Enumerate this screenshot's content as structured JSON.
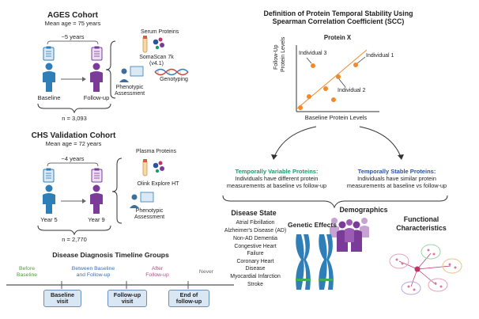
{
  "ages": {
    "title": "AGES Cohort",
    "mean_age": "Mean age = 75 years",
    "interval": "~5 years",
    "baseline": "Baseline",
    "followup": "Follow-up",
    "serum": "Serum Proteins",
    "somascan": "SomaScan 7k",
    "somascan_version": "(v4.1)",
    "genotyping": "Genotyping",
    "phenotypic": "Phenotypic",
    "assessment": "Assessment",
    "n": "n = 3,093"
  },
  "chs": {
    "title": "CHS Validation Cohort",
    "mean_age": "Mean age = 72 years",
    "interval": "~4 years",
    "year5": "Year 5",
    "year9": "Year 9",
    "plasma": "Plasma Proteins",
    "olink": "Olink Explore HT",
    "phenotypic": "Phenotypic",
    "assessment": "Assessment",
    "n": "n = 2,770"
  },
  "timeline": {
    "title": "Disease Diagnosis Timeline Groups",
    "before": "Before",
    "before2": "Baseline",
    "between": "Between Baseline",
    "between2": "and Follow-up",
    "after": "After",
    "after2": "Follow-up",
    "never": "Never",
    "box1a": "Baseline",
    "box1b": "visit",
    "box2a": "Follow-up",
    "box2b": "visit",
    "box3a": "End of",
    "box3b": "follow-up"
  },
  "scc": {
    "title1": "Definition of Protein Temporal Stability Using",
    "title2": "Spearman Correlation Coefficient (SCC)",
    "protein": "Protein X",
    "ylabel1": "Follow-Up",
    "ylabel2": "Protein Levels",
    "xlabel": "Baseline Protein Levels",
    "ind3": "Individual 3",
    "ind1": "Individual 1",
    "ind2": "Individual 2"
  },
  "variable": {
    "title": "Temporally Variable Proteins:",
    "line1": "Individuals have different protein",
    "line2": "measurements at baseline vs follow-up"
  },
  "stable": {
    "title": "Temporally Stable Proteins:",
    "line1": "Individuals have similar protein",
    "line2": "measurements at baseline vs follow-up"
  },
  "disease": {
    "title": "Disease State",
    "items": [
      "Atrial Fibrillation",
      "Alzheimer's Disease (AD)",
      "Non-AD Dementia",
      "Congestive Heart",
      "Failure",
      "Coronary Heart",
      "Disease",
      "Myocardial Infarction",
      "Stroke"
    ]
  },
  "demographics": "Demographics",
  "genetic": "Genetic Effects",
  "functional1": "Functional",
  "functional2": "Characteristics",
  "colors": {
    "person_blue": "#2e7fb8",
    "person_purple": "#7b3c99",
    "orange": "#ef8b2c",
    "variable_green": "#1c9a6a",
    "stable_blue": "#2b52a3",
    "green_label": "#4f9a3a",
    "blue_label": "#3e6fa8",
    "pink_label": "#b04a8a"
  }
}
